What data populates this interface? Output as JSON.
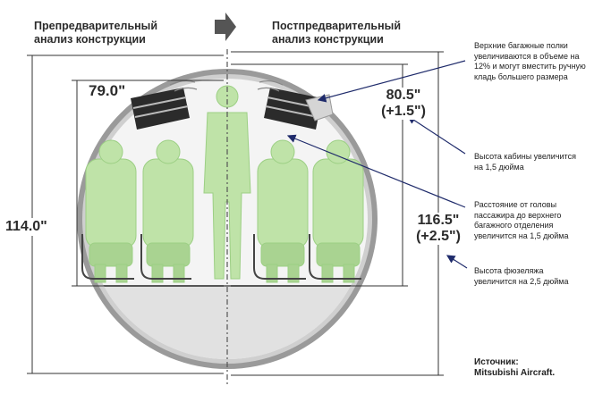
{
  "headers": {
    "left_line1": "Препредварительный",
    "left_line2": "анализ конструкции",
    "right_line1": "Постпредварительный",
    "right_line2": "анализ конструкции"
  },
  "dimensions": {
    "cabin_left": "79.0\"",
    "cabin_right": "80.5\"",
    "cabin_delta": "(+1.5\")",
    "fuselage_left": "114.0\"",
    "fuselage_right": "116.5\"",
    "fuselage_delta": "(+2.5\")"
  },
  "notes": {
    "bins": [
      "Верхние багажные полки",
      "увеличиваются в объеме на",
      "12% и могут вместить ручную",
      "кладь большего размера"
    ],
    "cabin_height": [
      "Высота кабины увеличится",
      "на 1,5 дюйма"
    ],
    "head_clearance": [
      "Расстояние от головы",
      "пассажира до верхнего",
      "багажного отделения",
      "увеличится на 1,5 дюйма"
    ],
    "fuselage_height": [
      "Высота фюзеляжа",
      "увеличится на 2,5 дюйма"
    ]
  },
  "source": {
    "line1": "Источник:",
    "line2": "Mitsubishi Aircraft."
  },
  "colors": {
    "seat_green": "#bfe3a8",
    "fuselage_gray": "#8c8c8c",
    "cabin_fill": "#f3f3f3",
    "floor_fill": "#e2e2e2",
    "arrow_navy": "#1f2b6b",
    "text_dark": "#2b2b2b"
  }
}
